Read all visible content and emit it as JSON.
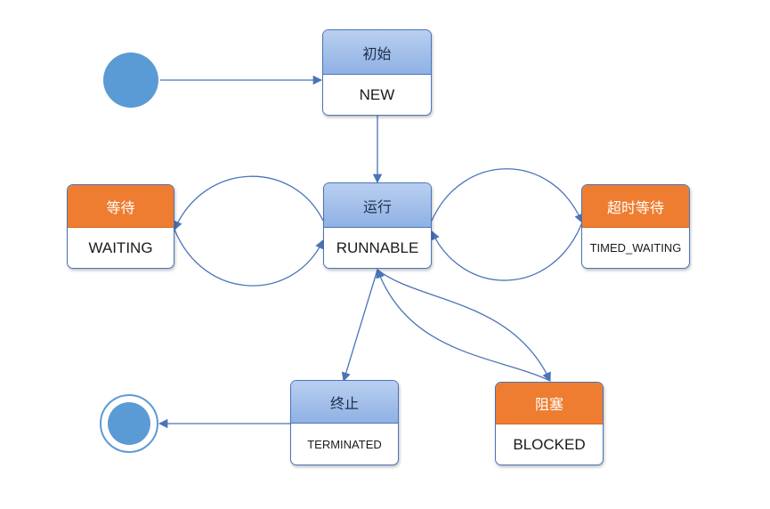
{
  "colors": {
    "line": "#4a74b8",
    "node_fill": "#5b9bd5",
    "blue_head_top": "#b9cff0",
    "blue_head_bottom": "#8fb1e4",
    "orange_head": "#ee7d31"
  },
  "states": {
    "new": {
      "zh": "初始",
      "en": "NEW"
    },
    "runnable": {
      "zh": "运行",
      "en": "RUNNABLE"
    },
    "waiting": {
      "zh": "等待",
      "en": "WAITING"
    },
    "timed_waiting": {
      "zh": "超时等待",
      "en": "TIMED_WAITING"
    },
    "terminated": {
      "zh": "终止",
      "en": "TERMINATED"
    },
    "blocked": {
      "zh": "阻塞",
      "en": "BLOCKED"
    }
  }
}
